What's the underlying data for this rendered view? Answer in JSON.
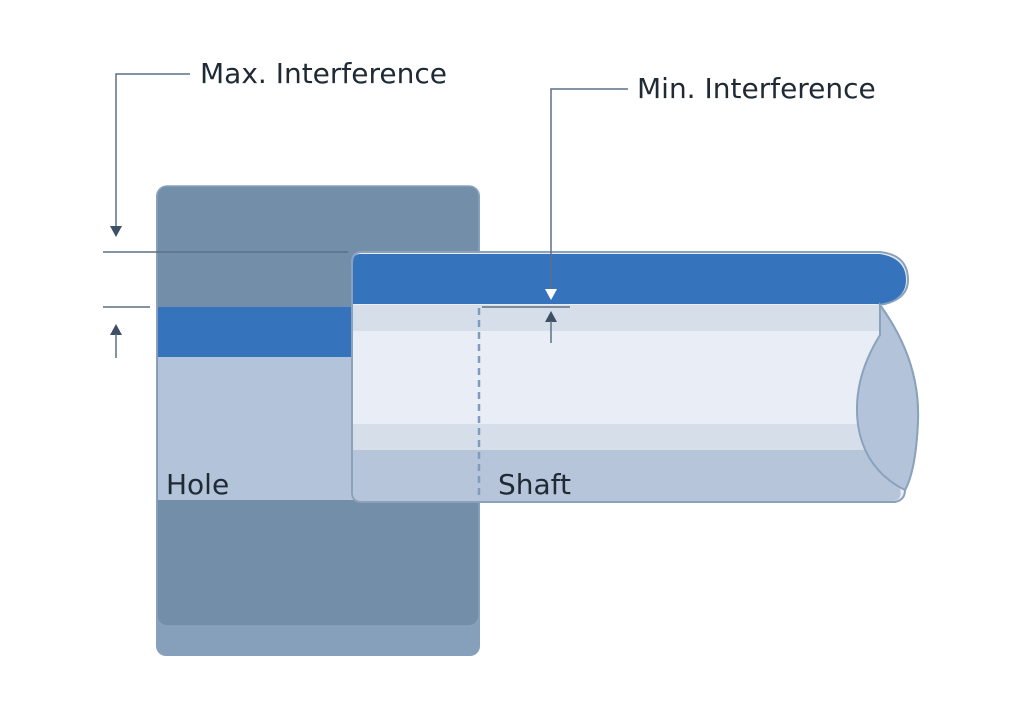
{
  "labels": {
    "max_interference": "Max. Interference",
    "min_interference": "Min. Interference",
    "hole": "Hole",
    "shaft": "Shaft"
  },
  "colors": {
    "hole_body": "#738ea9",
    "hole_body_bottom": "#86a0bb",
    "hole_bore": "#b3c3d9",
    "tolerance_band": "#3574bd",
    "shaft_light": "#e9edf5",
    "shaft_mid": "#d6deea",
    "shaft_shadow": "#b6c5da",
    "dimension_line": "#5b7085",
    "arrow": "#3d5064",
    "text": "#1f2a35",
    "background": "#ffffff"
  }
}
